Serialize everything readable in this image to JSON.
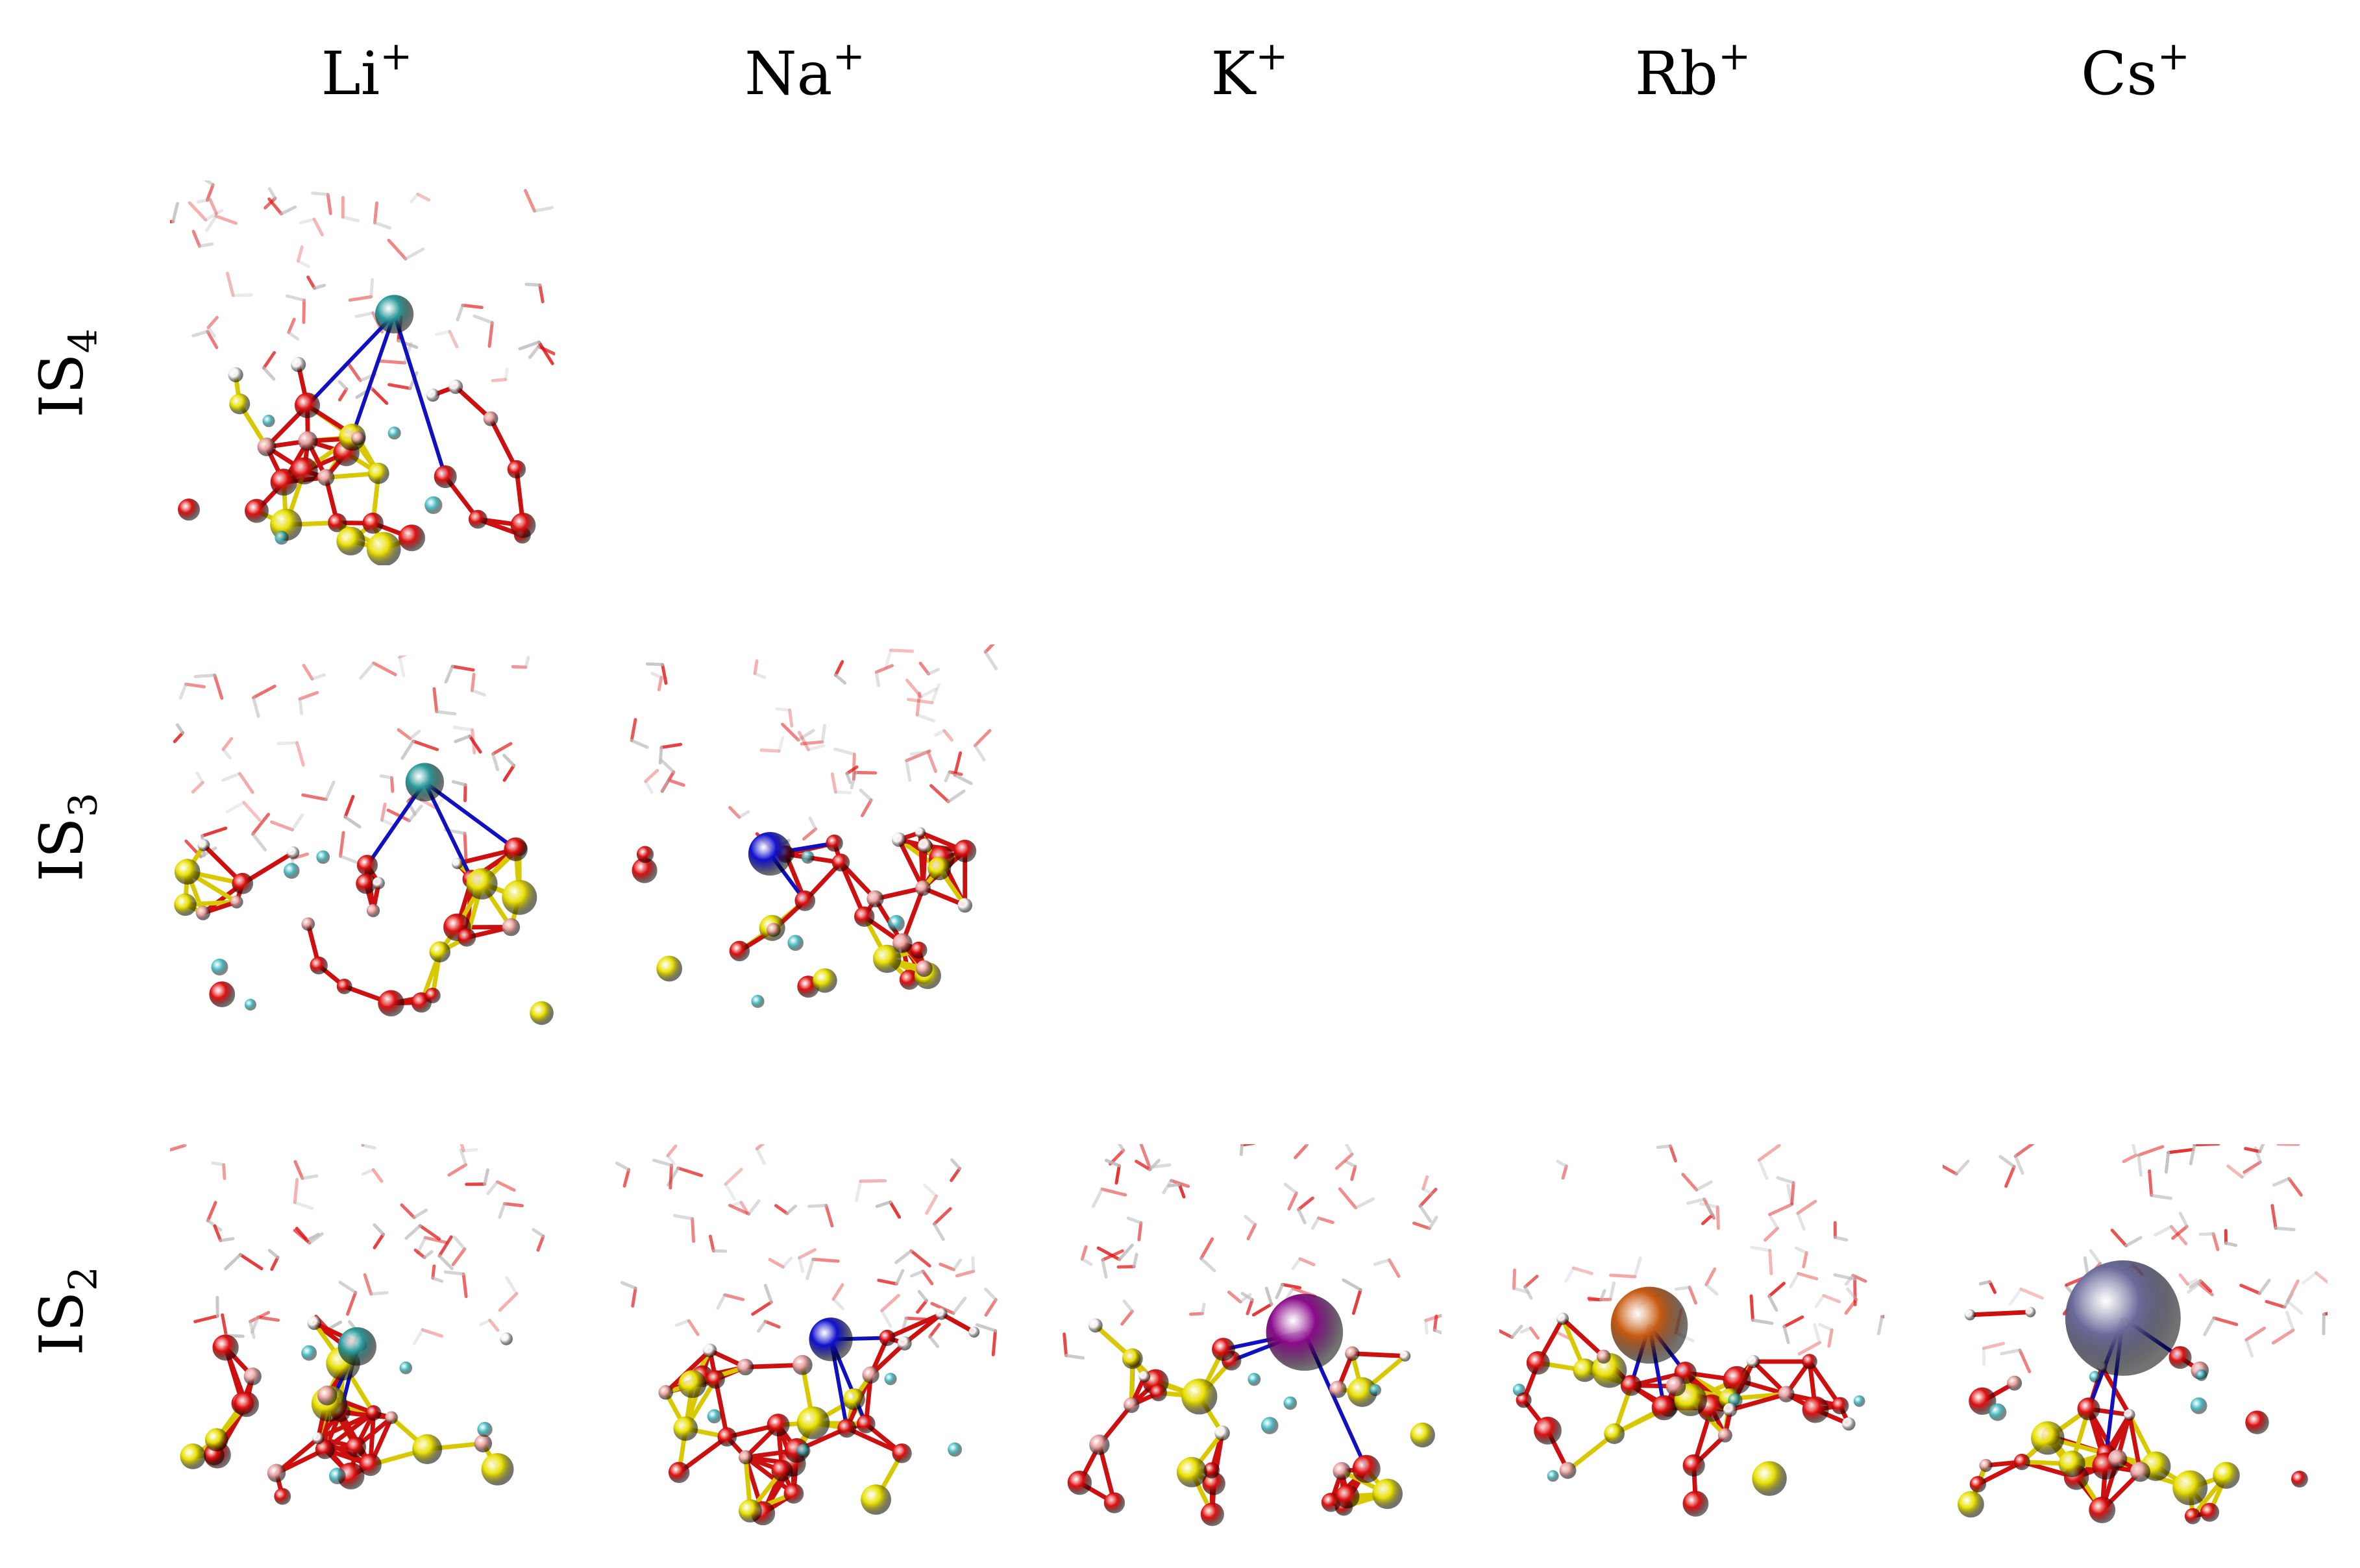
{
  "columns": [
    {
      "id": "li",
      "symbol": "Li",
      "charge": "+"
    },
    {
      "id": "na",
      "symbol": "Na",
      "charge": "+"
    },
    {
      "id": "k",
      "symbol": "K",
      "charge": "+"
    },
    {
      "id": "rb",
      "symbol": "Rb",
      "charge": "+"
    },
    {
      "id": "cs",
      "symbol": "Cs",
      "charge": "+"
    }
  ],
  "rows": [
    {
      "id": "is4",
      "base": "IS",
      "sub": "4"
    },
    {
      "id": "is3",
      "base": "IS",
      "sub": "3"
    },
    {
      "id": "is2",
      "base": "IS",
      "sub": "2"
    }
  ],
  "colors": {
    "oxygen": "#e01010",
    "hydrogen": "#f2f2f2",
    "silicon": "#e8e000",
    "boron": "#e8a0a0",
    "bond": "#1010c0",
    "li": "#2a9a9a",
    "na": "#1010d0",
    "k": "#8a0a8a",
    "rb": "#c85a10",
    "cs": "#6a6a9a",
    "cyan_ion": "#30b8c0"
  },
  "panels": [
    {
      "row": "is4",
      "col": "li",
      "ion": "li",
      "ion_size": 30
    },
    {
      "row": "is3",
      "col": "li",
      "ion": "li",
      "ion_size": 30
    },
    {
      "row": "is3",
      "col": "na",
      "ion": "na",
      "ion_size": 34
    },
    {
      "row": "is2",
      "col": "li",
      "ion": "li",
      "ion_size": 30
    },
    {
      "row": "is2",
      "col": "na",
      "ion": "na",
      "ion_size": 34
    },
    {
      "row": "is2",
      "col": "k",
      "ion": "k",
      "ion_size": 60
    },
    {
      "row": "is2",
      "col": "rb",
      "ion": "rb",
      "ion_size": 60
    },
    {
      "row": "is2",
      "col": "cs",
      "ion": "cs",
      "ion_size": 90
    }
  ]
}
